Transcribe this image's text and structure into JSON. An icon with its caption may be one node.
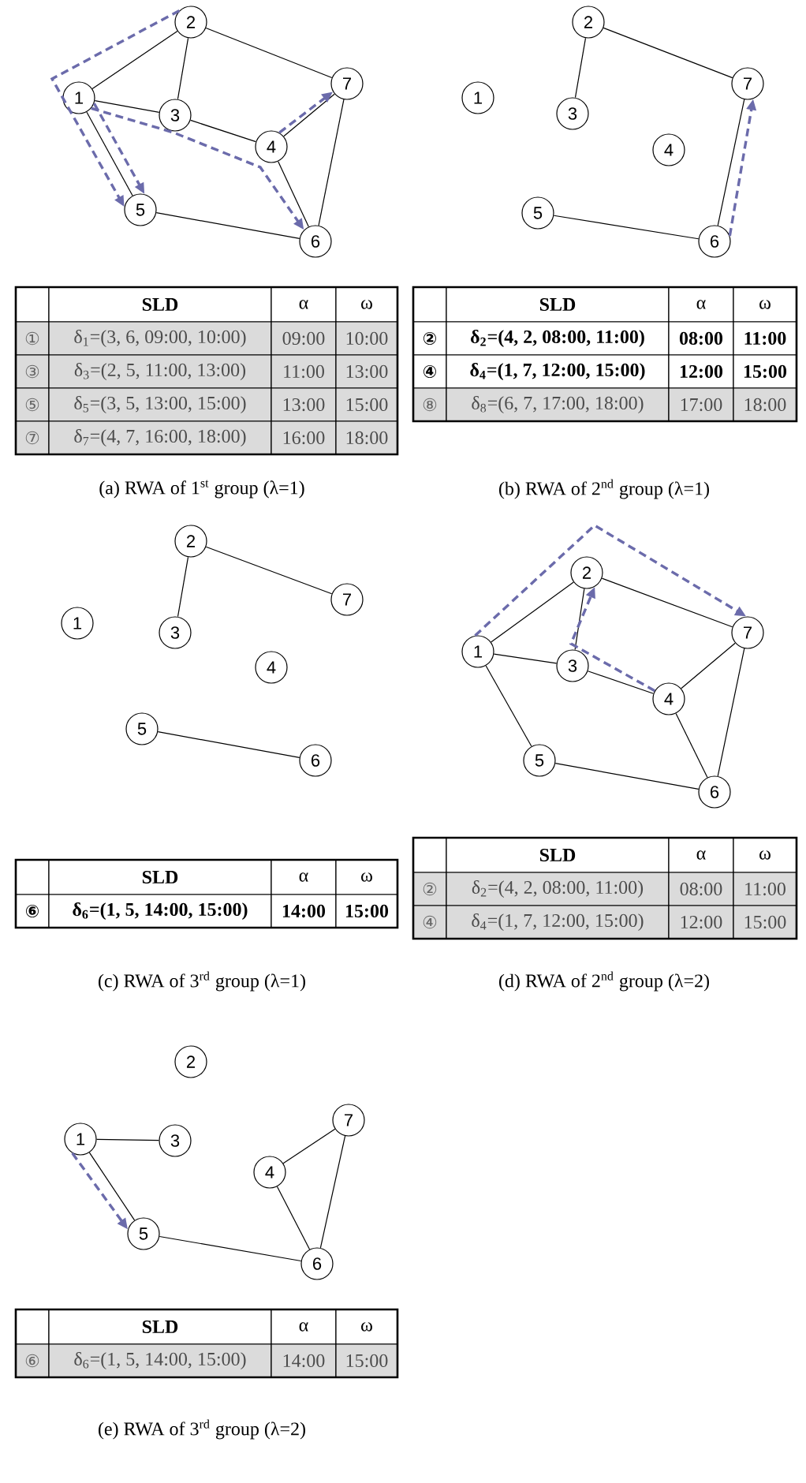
{
  "diagram": {
    "nodes": [
      {
        "text": [
          "1"
        ]
      },
      {
        "text": [
          "2"
        ]
      },
      {
        "text": [
          "3"
        ]
      },
      {
        "text": [
          "4"
        ]
      },
      {
        "text": [
          "5"
        ]
      },
      {
        "text": [
          "6"
        ]
      },
      {
        "text": [
          "7"
        ]
      },
      {
        "text": [
          "1"
        ]
      },
      {
        "text": [
          "2"
        ]
      },
      {
        "text": [
          "3"
        ]
      },
      {
        "text": [
          "4"
        ]
      },
      {
        "text": [
          "5"
        ]
      },
      {
        "text": [
          "6"
        ]
      },
      {
        "text": [
          "7"
        ]
      },
      {
        "text": [
          "1"
        ]
      },
      {
        "text": [
          "2"
        ]
      },
      {
        "text": [
          "3"
        ]
      },
      {
        "text": [
          "4"
        ]
      },
      {
        "text": [
          "5"
        ]
      },
      {
        "text": [
          "6"
        ]
      },
      {
        "text": [
          "7"
        ]
      },
      {
        "text": [
          "1"
        ]
      },
      {
        "text": [
          "2"
        ]
      },
      {
        "text": [
          "3"
        ]
      },
      {
        "text": [
          "4"
        ]
      },
      {
        "text": [
          "5"
        ]
      },
      {
        "text": [
          "6"
        ]
      },
      {
        "text": [
          "7"
        ]
      },
      {
        "text": [
          "1"
        ]
      },
      {
        "text": [
          "2"
        ]
      },
      {
        "text": [
          "3"
        ]
      },
      {
        "text": [
          "4"
        ]
      },
      {
        "text": [
          "5"
        ]
      },
      {
        "text": [
          "6"
        ]
      },
      {
        "text": [
          "7"
        ]
      }
    ],
    "edges": [
      {
        "from": 0,
        "to": 1,
        "arrow": "none"
      },
      {
        "from": 1,
        "to": 2,
        "arrow": "none"
      },
      {
        "from": 1,
        "to": 6,
        "arrow": "none"
      },
      {
        "from": 0,
        "to": 2,
        "arrow": "none"
      },
      {
        "from": 2,
        "to": 3,
        "arrow": "none"
      },
      {
        "from": 3,
        "to": 6,
        "arrow": "none"
      },
      {
        "from": 0,
        "to": 4,
        "arrow": "none"
      },
      {
        "from": 4,
        "to": 5,
        "arrow": "none"
      },
      {
        "from": 3,
        "to": 5,
        "arrow": "none"
      },
      {
        "from": 6,
        "to": 5,
        "arrow": "none"
      },
      {
        "from": 1,
        "to": 4,
        "arrow": "to",
        "style": "dashed",
        "color": "#6b6bab"
      },
      {
        "from": 0,
        "to": 5,
        "arrow": "to",
        "style": "dashed",
        "color": "#6b6bab"
      },
      {
        "from": 0,
        "to": 4,
        "arrow": "to",
        "style": "dashed",
        "color": "#6b6bab"
      },
      {
        "from": 3,
        "to": 6,
        "arrow": "to",
        "style": "dashed",
        "color": "#6b6bab"
      },
      {
        "from": 8,
        "to": 9,
        "arrow": "none"
      },
      {
        "from": 8,
        "to": 13,
        "arrow": "none"
      },
      {
        "from": 13,
        "to": 12,
        "arrow": "none"
      },
      {
        "from": 11,
        "to": 12,
        "arrow": "none"
      },
      {
        "from": 12,
        "to": 13,
        "arrow": "to",
        "style": "dashed",
        "color": "#6b6bab"
      },
      {
        "from": 15,
        "to": 16,
        "arrow": "none"
      },
      {
        "from": 15,
        "to": 20,
        "arrow": "none"
      },
      {
        "from": 18,
        "to": 19,
        "arrow": "none"
      },
      {
        "from": 21,
        "to": 22,
        "arrow": "none"
      },
      {
        "from": 22,
        "to": 23,
        "arrow": "none"
      },
      {
        "from": 22,
        "to": 27,
        "arrow": "none"
      },
      {
        "from": 21,
        "to": 23,
        "arrow": "none"
      },
      {
        "from": 23,
        "to": 24,
        "arrow": "none"
      },
      {
        "from": 24,
        "to": 27,
        "arrow": "none"
      },
      {
        "from": 21,
        "to": 25,
        "arrow": "none"
      },
      {
        "from": 25,
        "to": 26,
        "arrow": "none"
      },
      {
        "from": 24,
        "to": 26,
        "arrow": "none"
      },
      {
        "from": 27,
        "to": 26,
        "arrow": "none"
      },
      {
        "from": 21,
        "to": 27,
        "arrow": "to",
        "style": "dashed",
        "color": "#6b6bab"
      },
      {
        "from": 24,
        "to": 22,
        "arrow": "to",
        "style": "dashed",
        "color": "#6b6bab"
      },
      {
        "from": 28,
        "to": 30,
        "arrow": "none"
      },
      {
        "from": 28,
        "to": 32,
        "arrow": "none"
      },
      {
        "from": 32,
        "to": 33,
        "arrow": "none"
      },
      {
        "from": 31,
        "to": 34,
        "arrow": "none"
      },
      {
        "from": 31,
        "to": 33,
        "arrow": "none"
      },
      {
        "from": 34,
        "to": 33,
        "arrow": "none"
      },
      {
        "from": 28,
        "to": 32,
        "arrow": "to",
        "style": "dashed",
        "color": "#6b6bab"
      }
    ],
    "labels": [
      "SLD",
      "α",
      "ω",
      "①",
      "δ$_{1}$=(3, 6, 09:00, 10:00)",
      "09:00",
      "10:00",
      "③",
      "δ$_{3}$=(2, 5, 11:00, 13:00)",
      "11:00",
      "13:00",
      "⑤",
      "δ$_{5}$=(3, 5, 13:00, 15:00)",
      "13:00",
      "15:00",
      "⑦",
      "δ$_{7}$=(4, 7, 16:00, 18:00)",
      "16:00",
      "18:00",
      "(a) RWA of 1$^{st}$ group (λ=1)",
      "SLD",
      "α",
      "ω",
      "②",
      "δ$_{2}$=(4, 2, 08:00, 11:00)",
      "08:00",
      "11:00",
      "④",
      "δ$_{4}$=(1, 7, 12:00, 15:00)",
      "12:00",
      "15:00",
      "⑧",
      "δ$_{8}$=(6, 7, 17:00, 18:00)",
      "17:00",
      "18:00",
      "(b) RWA of 2$^{nd}$ group (λ=1)",
      "SLD",
      "α",
      "ω",
      "⑥",
      "δ$_{6}$=(1, 5, 14:00, 15:00)",
      "14:00",
      "15:00",
      "(c) RWA of 3$^{rd}$ group (λ=1)",
      "SLD",
      "α",
      "ω",
      "②",
      "δ$_{2}$=(4, 2, 08:00, 11:00)",
      "08:00",
      "11:00",
      "④",
      "δ$_{4}$=(1, 7, 12:00, 15:00)",
      "12:00",
      "15:00",
      "(d) RWA of 2$^{nd}$ group (λ=2)",
      "SLD",
      "α",
      "ω",
      "⑥",
      "δ$_{6}$=(1, 5, 14:00, 15:00)",
      "14:00",
      "15:00",
      "(e) RWA of 3$^{rd}$ group (λ=2)"
    ]
  }
}
